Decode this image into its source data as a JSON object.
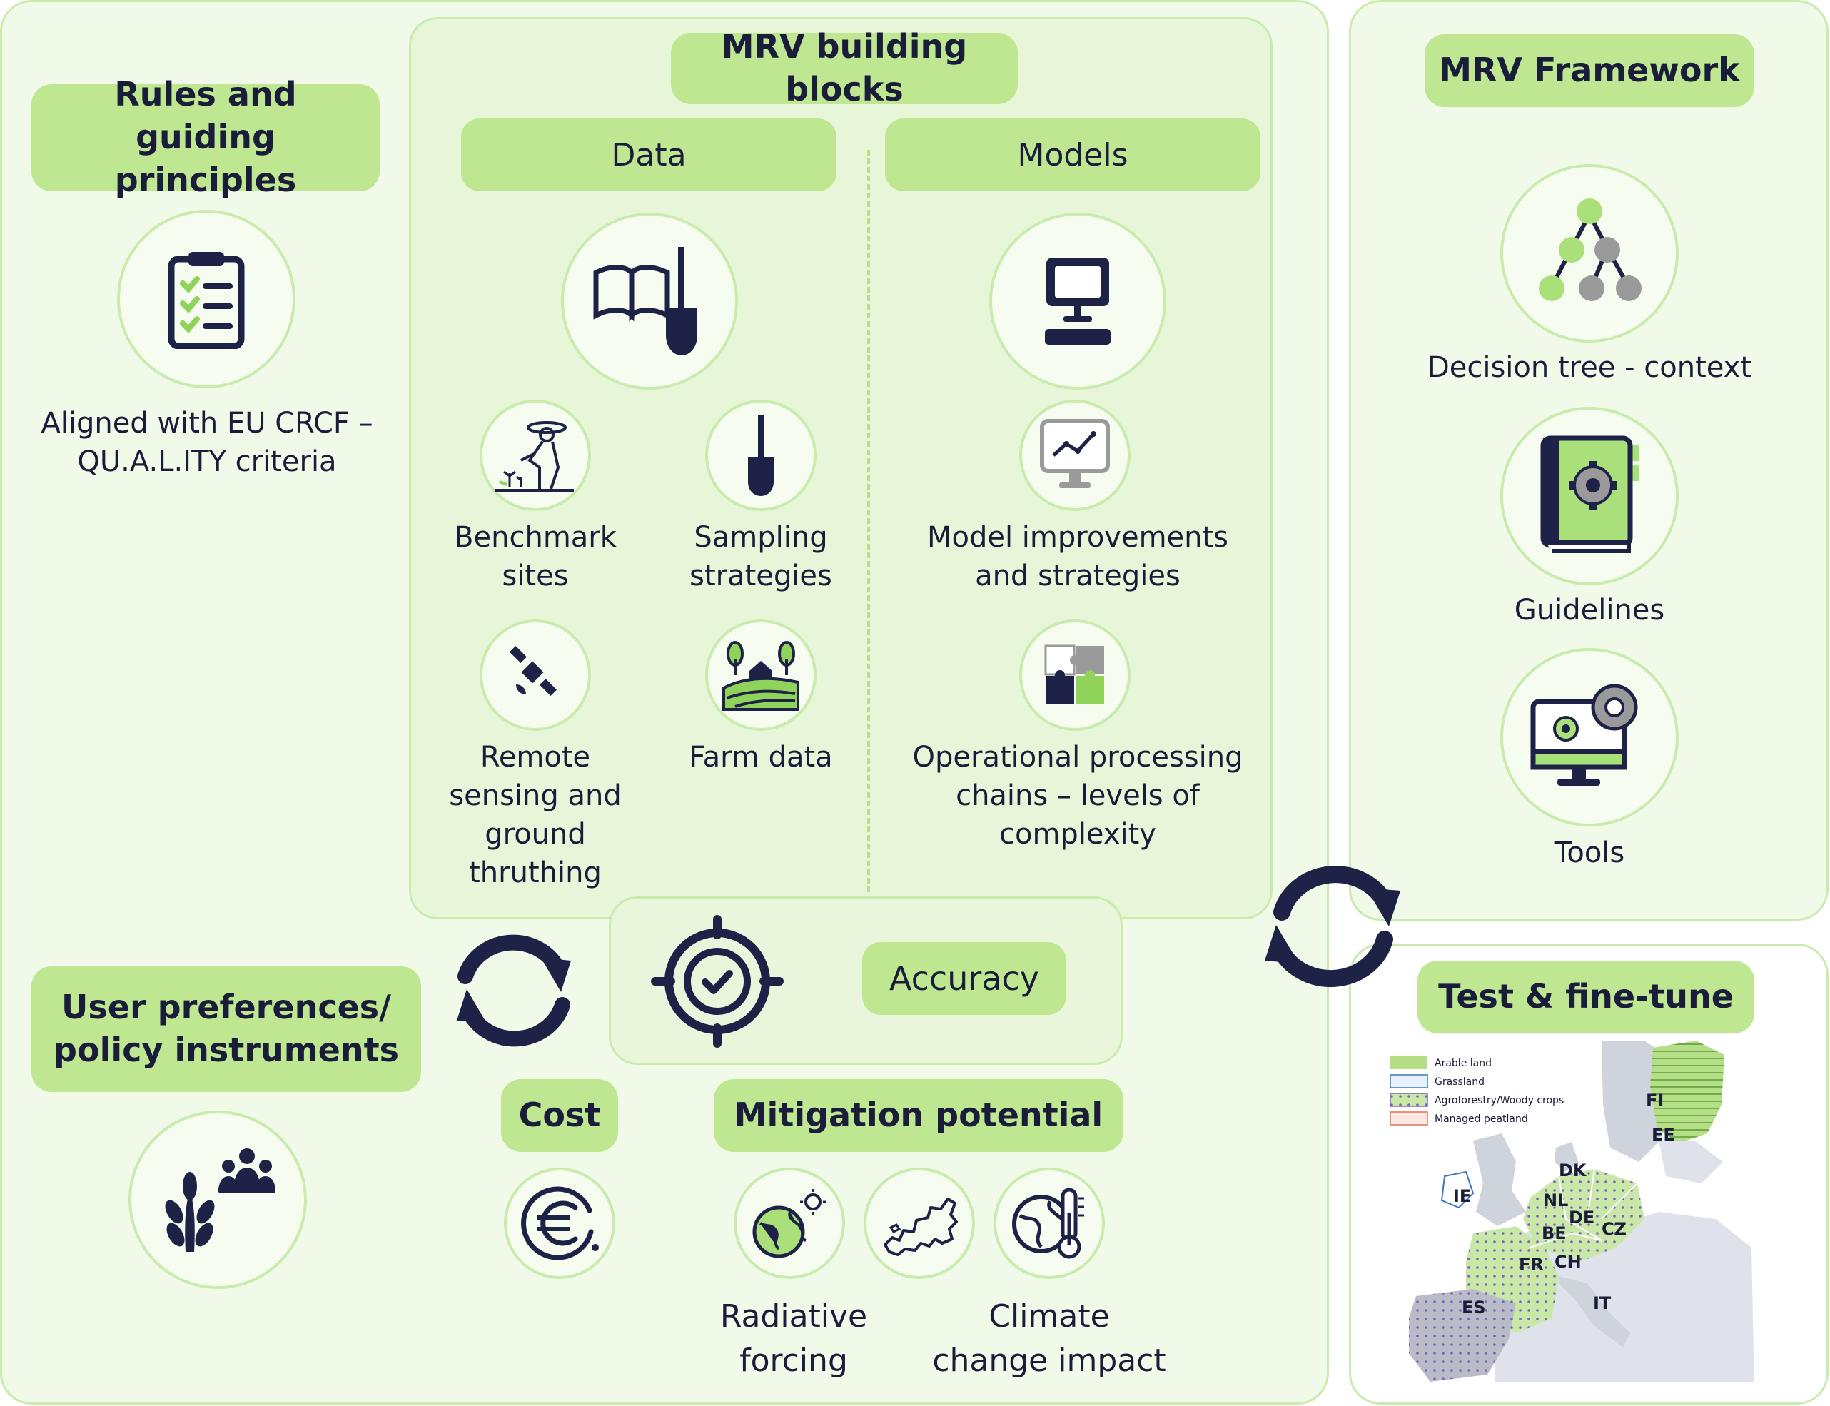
{
  "headers": {
    "rules": "Rules and guiding principles",
    "building_blocks": "MRV building blocks",
    "framework": "MRV Framework",
    "test": "Test & fine-tune",
    "user": "User preferences/ policy instruments",
    "cost": "Cost",
    "mitigation": "Mitigation potential"
  },
  "subheaders": {
    "data": "Data",
    "models": "Models",
    "accuracy": "Accuracy"
  },
  "rules_label": "Aligned with EU CRCF –\nQU.A.L.ITY criteria",
  "data_items": {
    "benchmark": "Benchmark\nsites",
    "sampling": "Sampling\nstrategies",
    "remote": "Remote\nsensing and\nground\nthruthing",
    "farm": "Farm data"
  },
  "model_items": {
    "improvements": "Model improvements\nand strategies",
    "processing": "Operational processing\nchains – levels of\ncomplexity"
  },
  "framework_items": {
    "decision_tree": "Decision tree - context",
    "guidelines": "Guidelines",
    "tools": "Tools"
  },
  "mitigation_items": {
    "radiative": "Radiative\nforcing",
    "climate": "Climate\nchange impact"
  },
  "map": {
    "legend": [
      "Arable land",
      "Grassland",
      "Agroforestry/Woody crops",
      "Managed peatland"
    ],
    "countries": [
      "FI",
      "EE",
      "DK",
      "IE",
      "NL",
      "DE",
      "BE",
      "CZ",
      "FR",
      "CH",
      "ES",
      "IT"
    ]
  },
  "colors": {
    "accent": "#bfe792",
    "panel_border": "#c9ecae",
    "panel_bg": "#f1f9e9",
    "icon": "#1f2247",
    "gray": "#9a9a9a"
  }
}
